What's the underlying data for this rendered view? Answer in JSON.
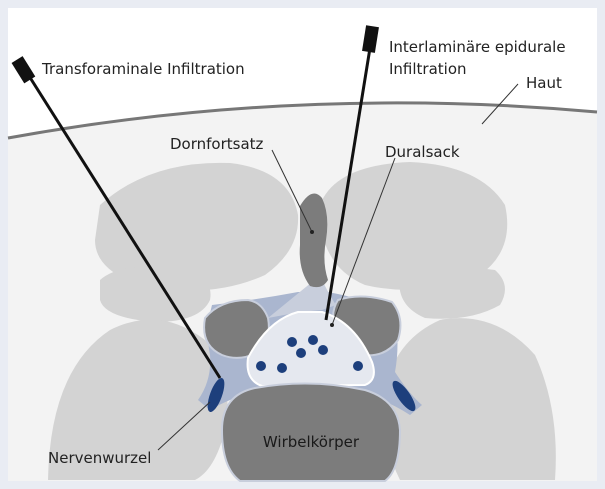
{
  "labels": {
    "transforaminal": "Transforaminale Infiltration",
    "interlaminar_line1": "Interlaminäre epidurale",
    "interlaminar_line2": "Infiltration",
    "skin": "Haut",
    "spinous_process": "Dornfortsatz",
    "dural_sac": "Duralsack",
    "nerve_root": "Nervenwurzel",
    "vertebral_body": "Wirbelkörper"
  },
  "colors": {
    "frame": "#e9ecf3",
    "skin_area": "#f3f3f3",
    "skin_line": "#777777",
    "bone_light": "#d3d3d3",
    "bone_dark": "#7c7c7c",
    "epidural_fat": "#aab6cf",
    "dural_sac_fill": "#e5e8ef",
    "nerve_dark": "#1d3f7c",
    "needle": "#111111"
  }
}
